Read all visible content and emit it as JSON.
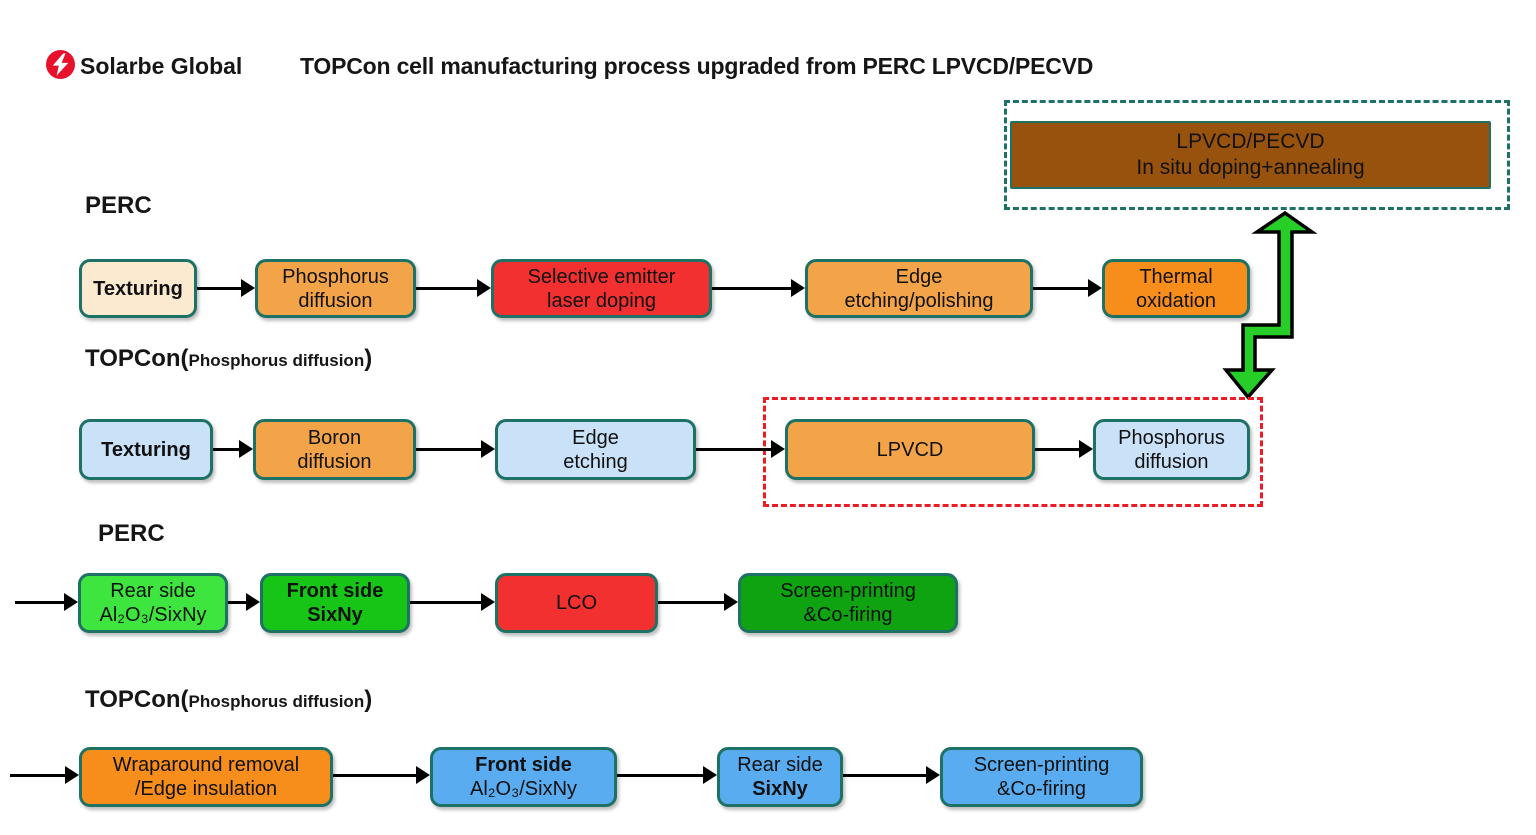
{
  "header": {
    "brand": "Solarbe Global",
    "title": "TOPCon cell manufacturing process upgraded from PERC LPVCD/PECVD",
    "logo_icon": "lightning-bolt-in-red-circle"
  },
  "callout": {
    "line1": "LPVCD/PECVD",
    "line2": "In situ doping+annealing"
  },
  "rows": [
    {
      "label_main": "PERC",
      "boxes": [
        {
          "name": "texturing",
          "lines": [
            "Texturing"
          ]
        },
        {
          "name": "phosphorus-diffusion",
          "lines": [
            "Phosphorus",
            "diffusion"
          ]
        },
        {
          "name": "selective-emitter-laser-doping",
          "lines": [
            "Selective emitter",
            "laser doping"
          ]
        },
        {
          "name": "edge-etching-polishing",
          "lines": [
            "Edge",
            "etching/polishing"
          ]
        },
        {
          "name": "thermal-oxidation",
          "lines": [
            "Thermal",
            "oxidation"
          ]
        }
      ]
    },
    {
      "label_main": "TOPCon(",
      "label_sub": "Phosphorus diffusion",
      "label_end": ")",
      "boxes": [
        {
          "name": "texturing",
          "lines": [
            "Texturing"
          ]
        },
        {
          "name": "boron-diffusion",
          "lines": [
            "Boron",
            "diffusion"
          ]
        },
        {
          "name": "edge-etching",
          "lines": [
            "Edge",
            "etching"
          ]
        },
        {
          "name": "lpvcd",
          "lines": [
            "LPVCD"
          ]
        },
        {
          "name": "phosphorus-diffusion",
          "lines": [
            "Phosphorus",
            "diffusion"
          ]
        }
      ]
    },
    {
      "label_main": "PERC",
      "boxes": [
        {
          "name": "rear-side-al2o3-sixny",
          "lines": [
            "Rear side",
            "Al₂O₃/SixNy"
          ]
        },
        {
          "name": "front-side-sixny",
          "lines": [
            "Front side",
            "SixNy"
          ]
        },
        {
          "name": "lco",
          "lines": [
            "LCO"
          ]
        },
        {
          "name": "screen-printing-cofiring",
          "lines": [
            "Screen-printing",
            "&Co-firing"
          ]
        }
      ]
    },
    {
      "label_main": "TOPCon(",
      "label_sub": "Phosphorus diffusion",
      "label_end": ")",
      "boxes": [
        {
          "name": "wraparound-removal-edge-insulation",
          "lines": [
            "Wraparound removal",
            "/Edge insulation"
          ]
        },
        {
          "name": "front-side-al2o3-sixny",
          "lines": [
            "Front side",
            "Al₂O₃/SixNy"
          ]
        },
        {
          "name": "rear-side-sixny",
          "lines": [
            "Rear side",
            "SixNy"
          ]
        },
        {
          "name": "screen-printing-cofiring",
          "lines": [
            "Screen-printing",
            "&Co-firing"
          ]
        }
      ]
    }
  ],
  "colors": {
    "teal_border": "#1e7265",
    "red_dashed": "#ed1c24",
    "cream": "#fbe9d0",
    "orange": "#f3a449",
    "bright_orange": "#f78e1c",
    "red_box": "#f23030",
    "light_blue": "#cae2f7",
    "sky_blue": "#5aacf0",
    "bright_green": "#3fe53f",
    "medium_green": "#17c517",
    "dark_green": "#0fa312",
    "brown": "#97520e",
    "upgrade_arrow_green": "#27ce27",
    "logo_red": "#e8112d"
  }
}
